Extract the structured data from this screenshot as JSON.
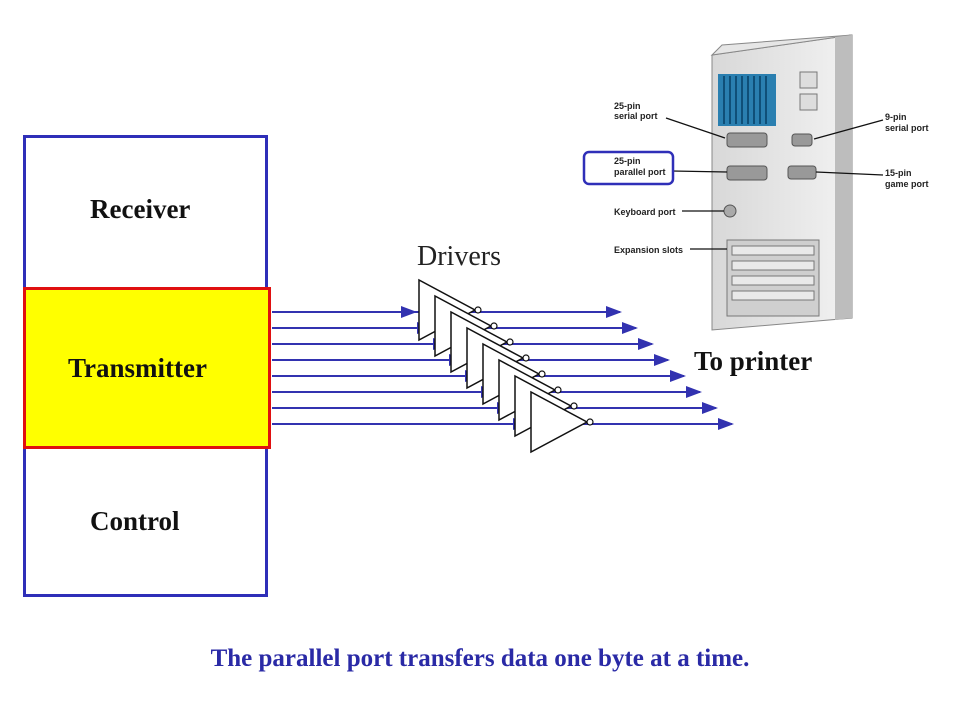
{
  "blocks": {
    "receiver": "Receiver",
    "transmitter": "Transmitter",
    "control": "Control"
  },
  "drivers_label": "Drivers",
  "destination_label": "To printer",
  "caption": "The parallel port transfers data one byte at a time.",
  "computer": {
    "labels": {
      "serial25_l1": "25-pin",
      "serial25_l2": "serial port",
      "parallel_l1": "25-pin",
      "parallel_l2": "parallel port",
      "keyboard": "Keyboard port",
      "expansion": "Expansion slots",
      "serial9_l1": "9-pin",
      "serial9_l2": "serial port",
      "game_l1": "15-pin",
      "game_l2": "game port"
    }
  },
  "data_lines": 8,
  "colors": {
    "border_blue": "#2f2fb8",
    "transmitter_fill": "#ffff00",
    "transmitter_border": "#e01010",
    "arrow": "#3232b0",
    "caption": "#2a2aa6"
  }
}
